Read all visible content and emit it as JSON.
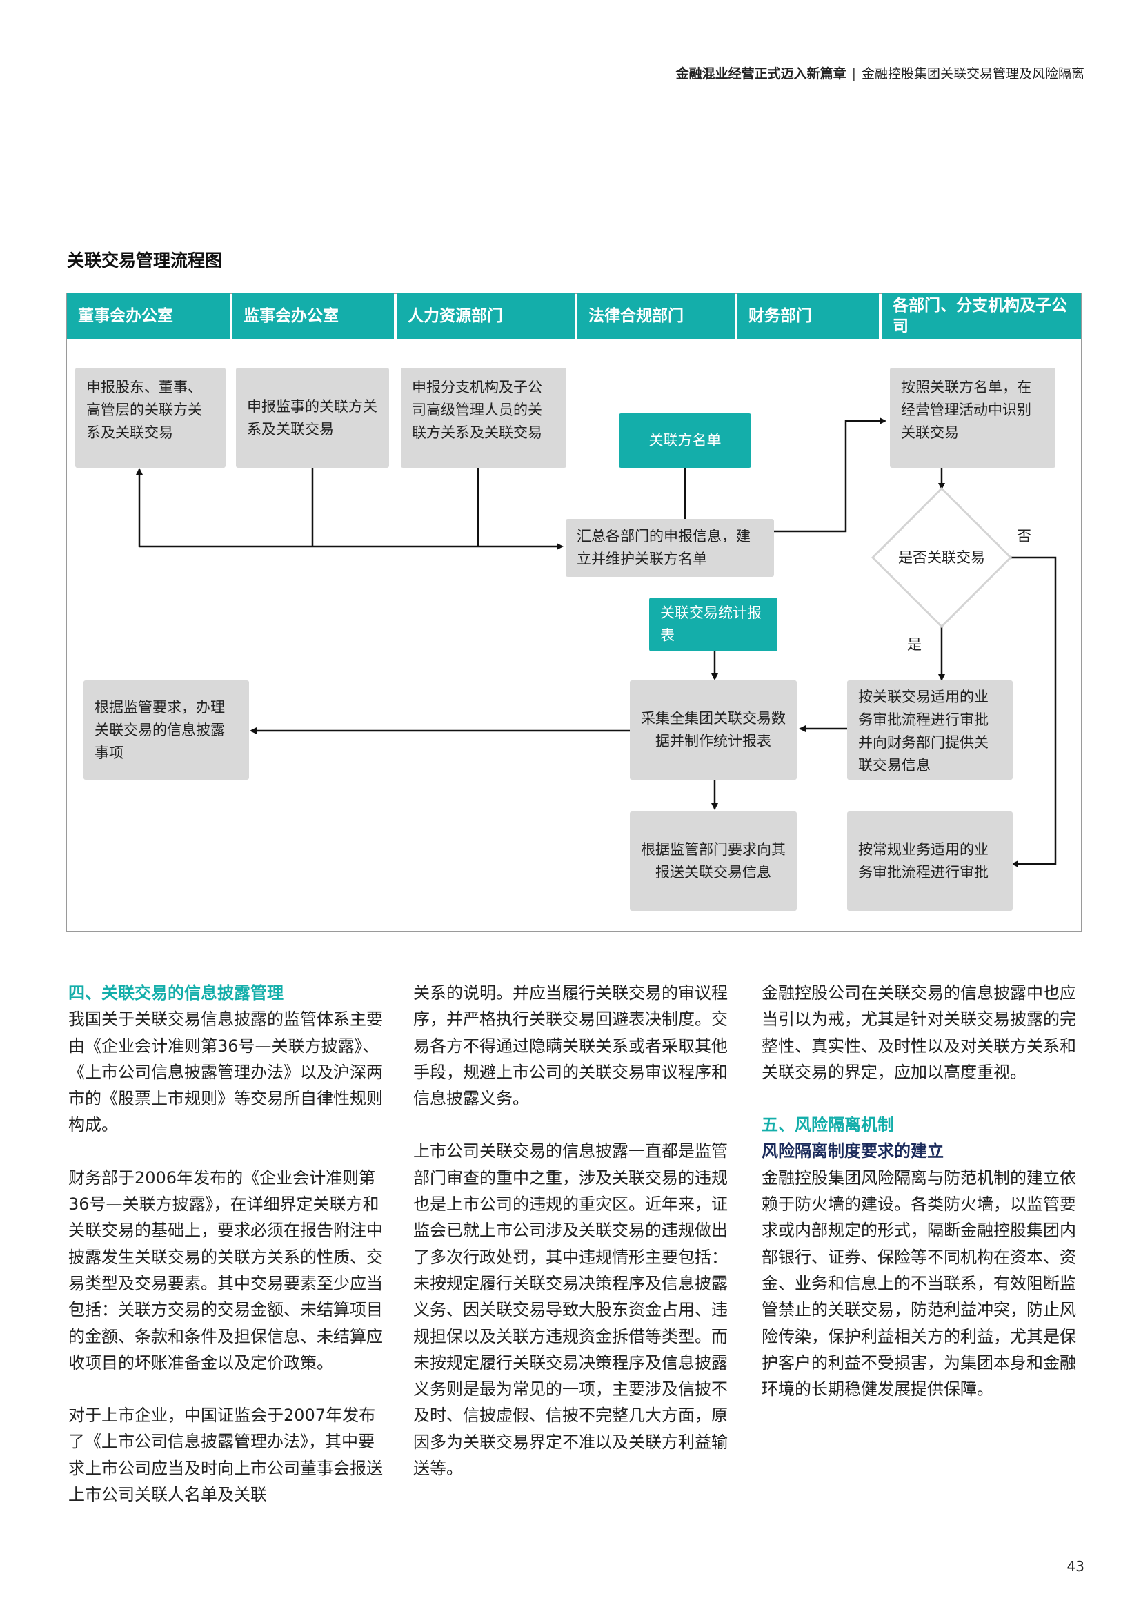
{
  "header": {
    "title_left": "金融混业经营正式迈入新篇章",
    "separator": "|",
    "title_right": "金融控股集团关联交易管理及风险隔离"
  },
  "chart_title": "关联交易管理流程图",
  "lanes": [
    "董事会办公室",
    "监事会办公室",
    "人力资源部门",
    "法律合规部门",
    "财务部门",
    "各部门、分支机构及子公司"
  ],
  "flow": {
    "board_report": "申报股东、董事、高管层的关联方关系及关联交易",
    "supervisor_report": "申报监事的关联方关系及关联交易",
    "hr_report": "申报分支机构及子公司高级管理人员的关联方关系及关联交易",
    "related_party_list": "关联方名单",
    "aggregate": "汇总各部门的申报信息，建立并维护关联方名单",
    "identify": "按照关联方名单，在经营管理活动中识别关联交易",
    "decision": "是否关联交易",
    "no_label": "否",
    "yes_label": "是",
    "stats_report": "关联交易统计报表",
    "collect": "采集全集团关联交易数据并制作统计报表",
    "related_approval": "按关联交易适用的业务审批流程进行审批并向财务部门提供关联交易信息",
    "disclosure": "根据监管要求，办理关联交易的信息披露事项",
    "submit": "根据监管部门要求向其报送关联交易信息",
    "regular_approval": "按常规业务适用的业务审批流程进行审批"
  },
  "col1": {
    "heading": "四、关联交易的信息披露管理",
    "p1": "我国关于关联交易信息披露的监管体系主要由《企业会计准则第36号—关联方披露》、《上市公司信息披露管理办法》以及沪深两市的《股票上市规则》等交易所自律性规则构成。",
    "p2": "财务部于2006年发布的《企业会计准则第36号—关联方披露》，在详细界定关联方和关联交易的基础上，要求必须在报告附注中披露发生关联交易的关联方关系的性质、交易类型及交易要素。其中交易要素至少应当包括：关联方交易的交易金额、未结算项目的金额、条款和条件及担保信息、未结算应收项目的坏账准备金以及定价政策。",
    "p3": "对于上市企业，中国证监会于2007年发布了《上市公司信息披露管理办法》，其中要求上市公司应当及时向上市公司董事会报送上市公司关联人名单及关联"
  },
  "col2": {
    "p1": "关系的说明。并应当履行关联交易的审议程序，并严格执行关联交易回避表决制度。交易各方不得通过隐瞒关联关系或者采取其他手段，规避上市公司的关联交易审议程序和信息披露义务。",
    "p2": "上市公司关联交易的信息披露一直都是监管部门审查的重中之重，涉及关联交易的违规也是上市公司的违规的重灾区。近年来，证监会已就上市公司涉及关联交易的违规做出了多次行政处罚，其中违规情形主要包括：未按规定履行关联交易决策程序及信息披露义务、因关联交易导致大股东资金占用、违规担保以及关联方违规资金拆借等类型。而未按规定履行关联交易决策程序及信息披露义务则是最为常见的一项，主要涉及信披不及时、信披虚假、信披不完整几大方面，原因多为关联交易界定不准以及关联方利益输送等。"
  },
  "col3": {
    "p1": "金融控股公司在关联交易的信息披露中也应当引以为戒，尤其是针对关联交易披露的完整性、真实性、及时性以及对关联方关系和关联交易的界定，应加以高度重视。",
    "heading": "五、风险隔离机制",
    "subheading": "风险隔离制度要求的建立",
    "p2": "金融控股集团风险隔离与防范机制的建立依赖于防火墙的建设。各类防火墙，以监管要求或内部规定的形式，隔断金融控股集团内部银行、证券、保险等不同机构在资本、资金、业务和信息上的不当联系，有效阻断监管禁止的关联交易，防范利益冲突，防止风险传染，保护利益相关方的利益，尤其是保护客户的利益不受损害，为集团本身和金融环境的长期稳健发展提供保障。"
  },
  "page_number": "43",
  "colors": {
    "teal": "#14aeaa",
    "box_gray": "#d9d9d9",
    "navy": "#1a2a5a"
  }
}
